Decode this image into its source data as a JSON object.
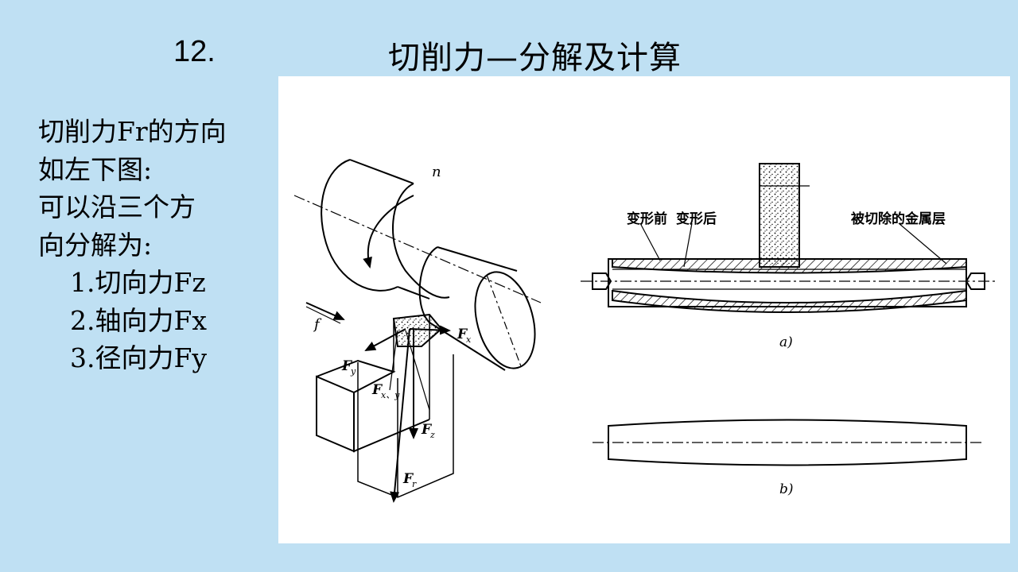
{
  "header": {
    "number": "12.",
    "title": "切削力—分解及计算"
  },
  "body": {
    "lines": [
      "切削力Fr的方向",
      "如左下图:",
      "可以沿三个方",
      "向分解为:",
      "1.切向力Fz",
      "2.轴向力Fx",
      "3.径向力Fy"
    ]
  },
  "figure_left": {
    "labels": {
      "n": "n",
      "f": "f",
      "fx": "F",
      "fx_sub": "x",
      "fy": "F",
      "fy_sub": "y",
      "fxy": "F",
      "fxy_sub": "x、y",
      "fz": "F",
      "fz_sub": "z",
      "fr": "F",
      "fr_sub": "r"
    }
  },
  "figure_right": {
    "labels": {
      "before": "变形前",
      "after": "变形后",
      "removed": "被切除的金属层",
      "a": "a)",
      "b": "b)"
    }
  }
}
